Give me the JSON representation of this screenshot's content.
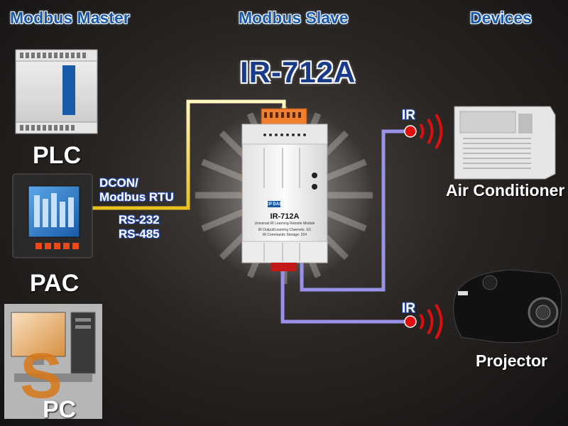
{
  "headers": {
    "master": "Modbus Master",
    "slave": "Modbus Slave",
    "devices": "Devices"
  },
  "model": "IR-712A",
  "module": {
    "name": "IR-712A",
    "subtitle": "Universal IR Learning Remote Module",
    "line1": "IR Output/Learning Channels: 3/1",
    "line2": "IR Commands Storage: 224",
    "brand": "ICP DAS"
  },
  "masters": {
    "plc": "PLC",
    "pac": "PAC",
    "pc": "PC"
  },
  "comm": {
    "protocol_line1": "DCON/",
    "protocol_line2": "Modbus  RTU",
    "interface_line1": "RS-232",
    "interface_line2": "RS-485"
  },
  "devices": {
    "ac": "Air Conditioner",
    "projector": "Projector"
  },
  "ir_label": "IR",
  "colors": {
    "header_blue": "#1a5aa8",
    "serial_line": "#f4e690",
    "ir_line": "#9a92e8",
    "ir_dot": "#e01010",
    "terminal": "#f08030"
  }
}
